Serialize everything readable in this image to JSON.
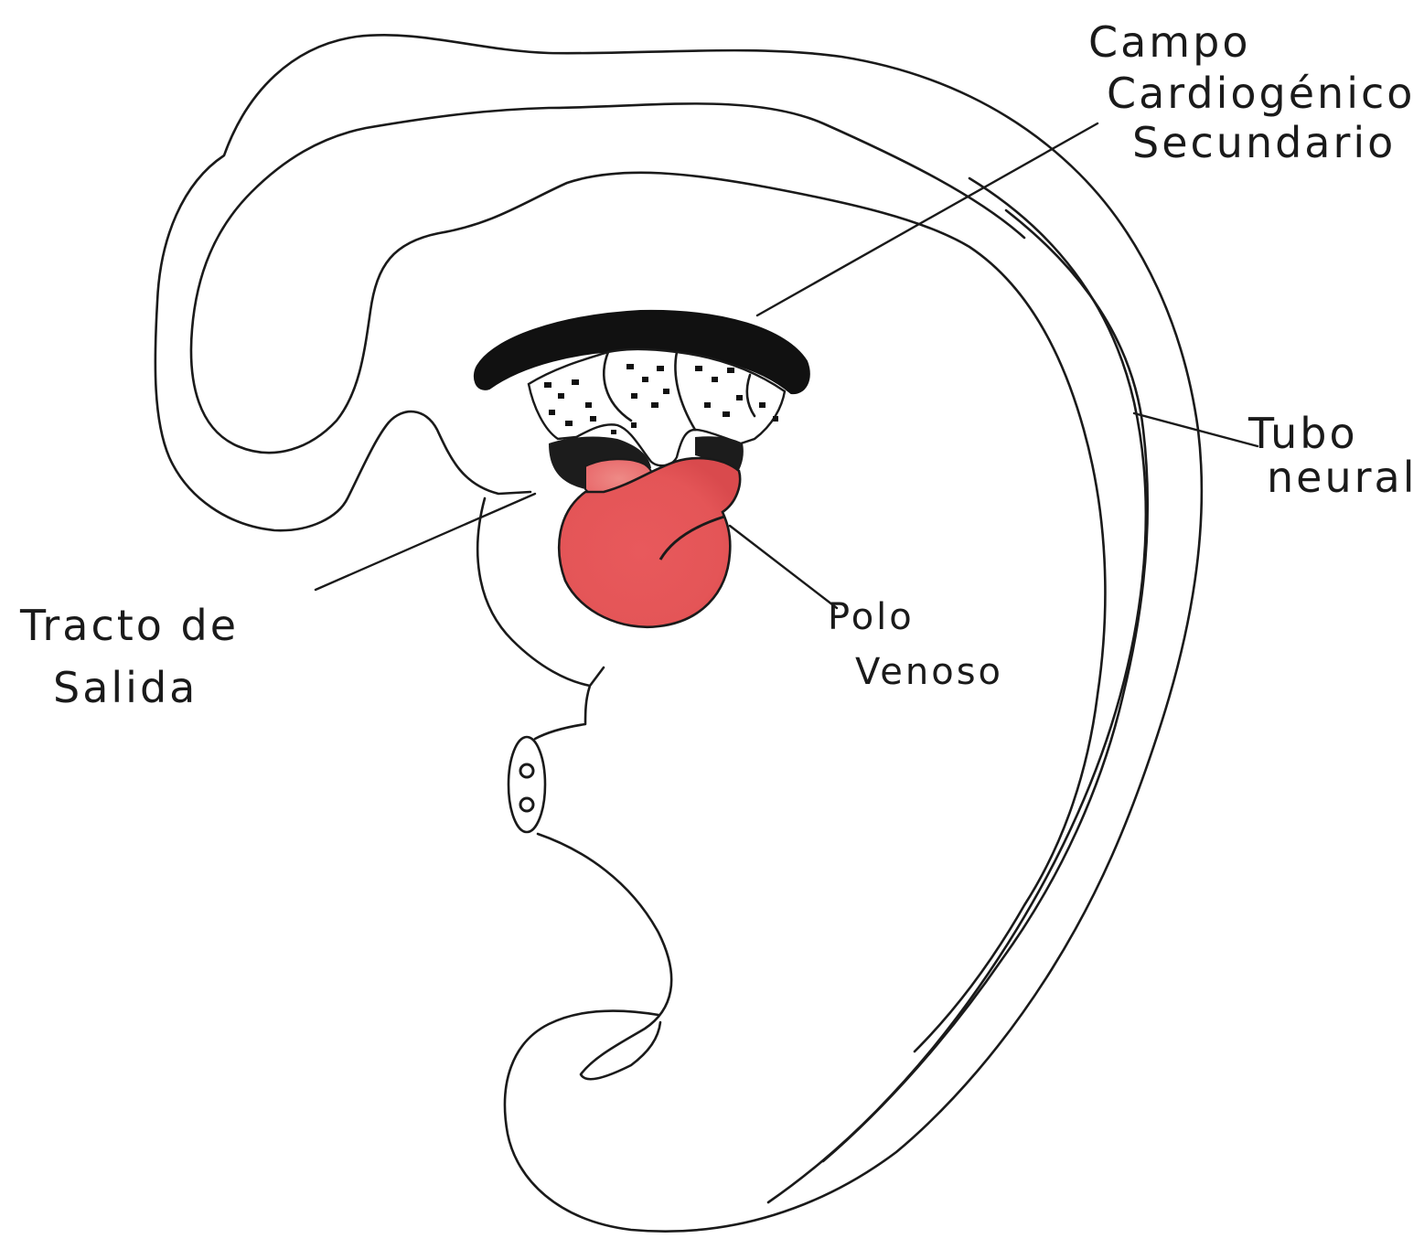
{
  "labels": {
    "campo": {
      "line1": "Campo",
      "line2": "Cardiogénico",
      "line3": "Secundario"
    },
    "tubo": {
      "line1": "Tubo",
      "line2": "neural"
    },
    "tracto": {
      "line1": "Tracto de",
      "line2": "Salida"
    },
    "polo": {
      "line1": "Polo",
      "line2": "Venoso"
    }
  },
  "colors": {
    "heart": "#e8595c",
    "field": "#111111",
    "outline": "#1a1a1a"
  }
}
